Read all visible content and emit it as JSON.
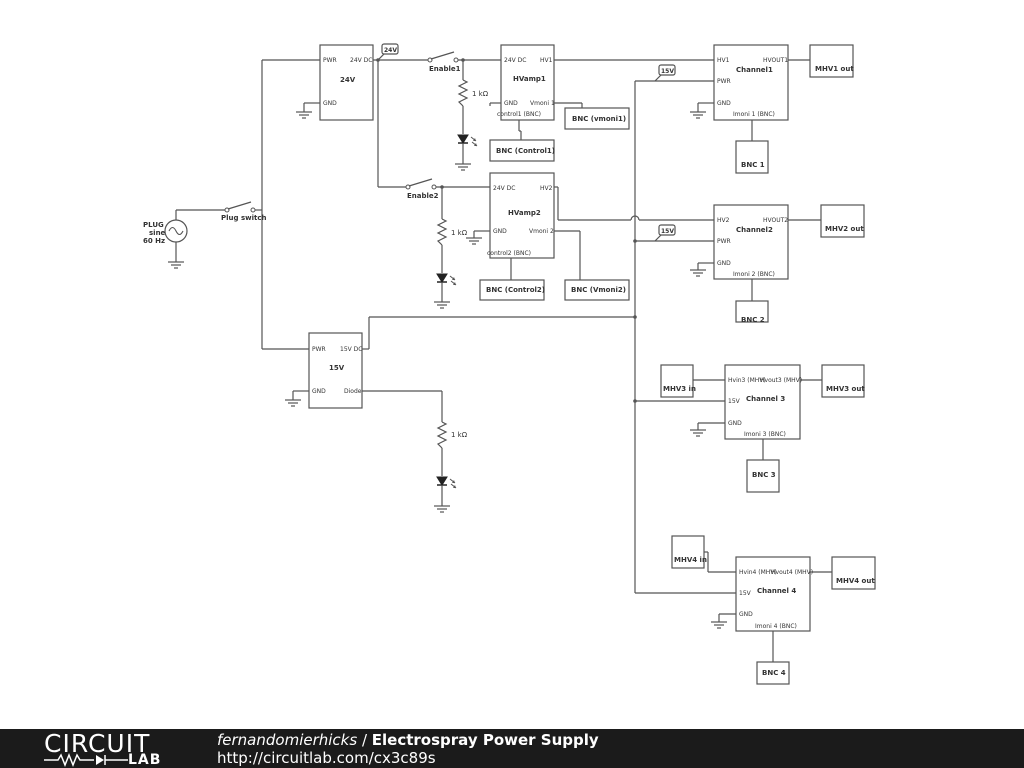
{
  "schematic": {
    "supply_24v": {
      "pin_pwr": "PWR",
      "pin_out": "24V DC",
      "pin_gnd": "GND",
      "title": "24V"
    },
    "supply_15v": {
      "pin_pwr": "PWR",
      "pin_out": "15V DC",
      "pin_gnd": "GND",
      "pin_diode": "Diode",
      "title": "15V"
    },
    "plug": {
      "line1": "PLUG",
      "line2": "sine",
      "line3": "60 Hz"
    },
    "plug_switch": "Plug switch",
    "enable1": "Enable1",
    "enable2": "Enable2",
    "tag_24v": "24V",
    "tag_15v_a": "15V",
    "tag_15v_b": "15V",
    "res1": "1 kΩ",
    "res2": "1 kΩ",
    "res3": "1 kΩ",
    "hvamp1": {
      "pin_in": "24V DC",
      "pin_hv": "HV1",
      "pin_gnd": "GND",
      "pin_vmoni": "Vmoni 1",
      "pin_ctrl": "control1 (BNC)",
      "title": "HVamp1"
    },
    "hvamp2": {
      "pin_in": "24V DC",
      "pin_hv": "HV2",
      "pin_gnd": "GND",
      "pin_vmoni": "Vmoni 2",
      "pin_ctrl": "control2 (BNC)",
      "title": "HVamp2"
    },
    "bnc_vmoni1": "BNC (vmoni1)",
    "bnc_control1": "BNC (Control1)",
    "bnc_control2": "BNC (Control2)",
    "bnc_vmoni2": "BNC (Vmoni2)",
    "channel1": {
      "pin_hv": "HV1",
      "pin_out": "HVOUT1",
      "pin_pwr": "PWR",
      "pin_gnd": "GND",
      "pin_imoni": "Imoni 1 (BNC)",
      "title": "Channel1"
    },
    "channel2": {
      "pin_hv": "HV2",
      "pin_out": "HVOUT2",
      "pin_pwr": "PWR",
      "pin_gnd": "GND",
      "pin_imoni": "Imoni 2 (BNC)",
      "title": "Channel2"
    },
    "channel3": {
      "pin_in": "Hvin3 (MHV)",
      "pin_out": "Hvout3 (MHV)",
      "pin_15v": "15V",
      "pin_gnd": "GND",
      "pin_imoni": "Imoni 3 (BNC)",
      "title": "Channel 3"
    },
    "channel4": {
      "pin_in": "Hvin4 (MHV)",
      "pin_out": "Hvout4 (MHV)",
      "pin_15v": "15V",
      "pin_gnd": "GND",
      "pin_imoni": "Imoni 4 (BNC)",
      "title": "Channel 4"
    },
    "mhv1_out": "MHV1 out",
    "mhv2_out": "MHV2 out",
    "mhv3_in": "MHV3 in",
    "mhv3_out": "MHV3 out",
    "mhv4_in": "MHV4 in",
    "mhv4_out": "MHV4 out",
    "bnc1": "BNC 1",
    "bnc2": "BNC 2",
    "bnc3": "BNC 3",
    "bnc4": "BNC 4"
  },
  "footer": {
    "logo_top": "CIRCUIT",
    "logo_bottom": "LAB",
    "author": "fernandomierhicks",
    "separator": " / ",
    "project": "Electrospray Power Supply",
    "url": "http://circuitlab.com/cx3c89s"
  }
}
